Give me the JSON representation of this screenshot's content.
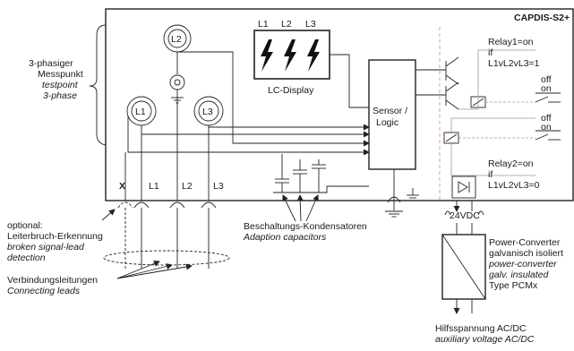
{
  "device_name": "CAPDIS-S2+",
  "display": {
    "phases": [
      "L1",
      "L2",
      "L3"
    ],
    "caption": "LC-Display"
  },
  "sensor_logic": [
    "Sensor /",
    "Logic"
  ],
  "testpoints": {
    "l1": "L1",
    "l2": "L2",
    "l3": "L3"
  },
  "left_note": [
    "3-phasiger",
    "Messpunkt",
    "testpoint",
    "3-phase"
  ],
  "leads": {
    "x": "X",
    "l1": "L1",
    "l2": "L2",
    "l3": "L3"
  },
  "optional_note": [
    "optional:",
    "Leiterbruch-Erkennung",
    "broken signal-lead",
    "detection"
  ],
  "connecting_leads": [
    "Verbindungsleitungen",
    "Connecting leads"
  ],
  "capacitors": [
    "Beschaltungs-Kondensatoren",
    "Adaption capacitors"
  ],
  "relay1": [
    "Relay1=on",
    "if",
    "L1vL2vL3=1"
  ],
  "relay2": [
    "Relay2=on",
    "if",
    "L1vL2vL3=0"
  ],
  "relay_contacts": {
    "off": "off",
    "on": "on"
  },
  "voltage_label": "24VDC",
  "power_converter": [
    "Power-Converter",
    "galvanisch isoliert",
    "power-converter",
    "galv. insulated",
    "Type PCMx"
  ],
  "aux_supply": [
    "Hilfsspannung AC/DC",
    "auxiliary voltage AC/DC"
  ]
}
